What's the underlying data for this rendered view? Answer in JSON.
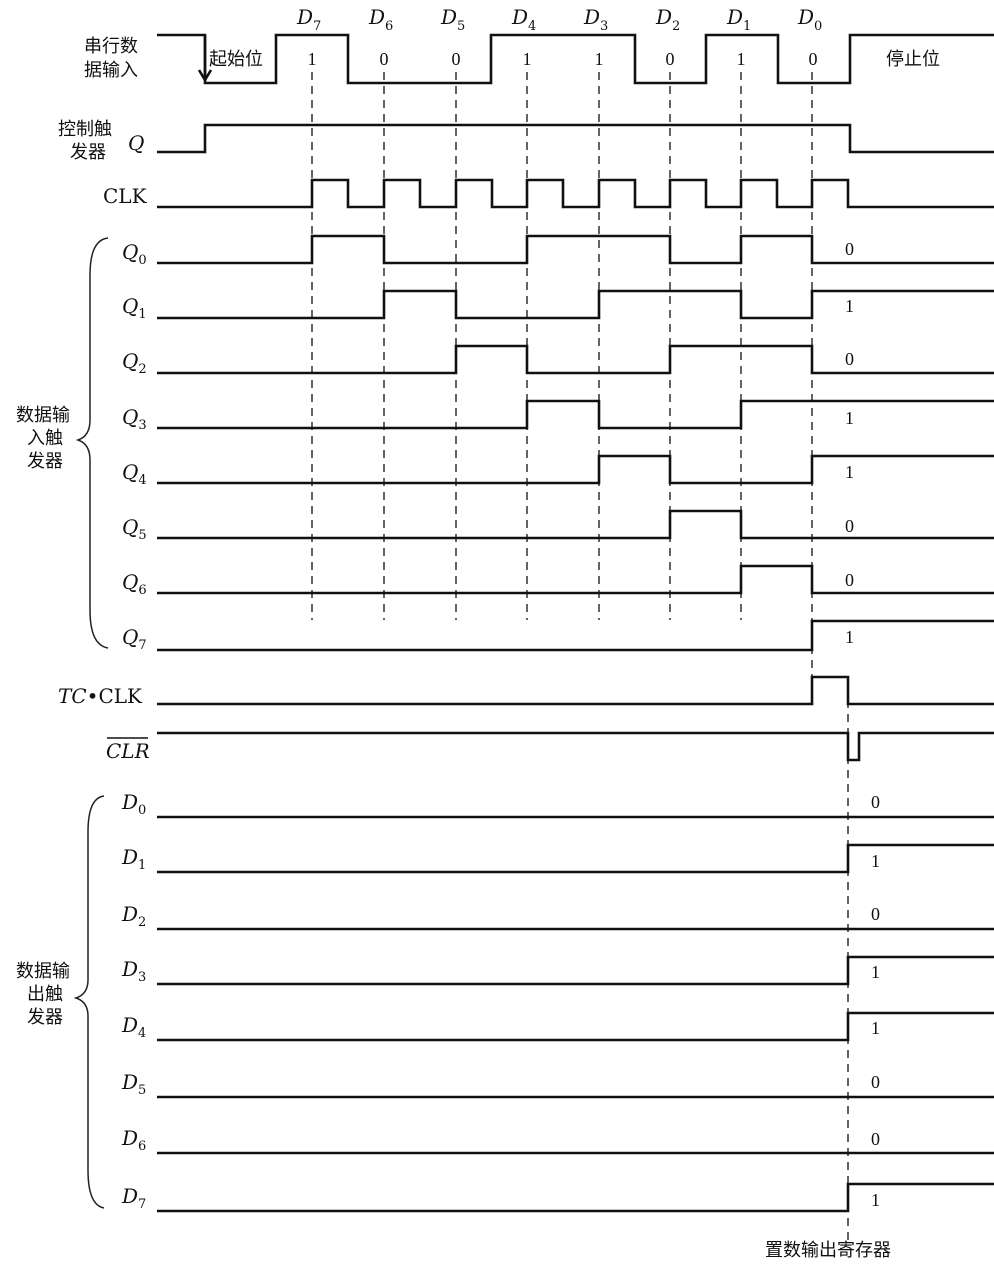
{
  "header_bits": [
    {
      "name": "D",
      "sub": "7",
      "value": "1"
    },
    {
      "name": "D",
      "sub": "6",
      "value": "0"
    },
    {
      "name": "D",
      "sub": "5",
      "value": "0"
    },
    {
      "name": "D",
      "sub": "4",
      "value": "1"
    },
    {
      "name": "D",
      "sub": "3",
      "value": "1"
    },
    {
      "name": "D",
      "sub": "2",
      "value": "0"
    },
    {
      "name": "D",
      "sub": "1",
      "value": "1"
    },
    {
      "name": "D",
      "sub": "0",
      "value": "0"
    }
  ],
  "serial_input": {
    "label_line1": "串行数",
    "label_line2": "据输入",
    "start_bit": "起始位",
    "stop_bit": "停止位"
  },
  "control_ff": {
    "label_line1": "控制触",
    "label_line2": "发器",
    "signal": "Q"
  },
  "clock": {
    "label": "CLK"
  },
  "input_group": {
    "label_line1": "数据输",
    "label_line2": "入触",
    "label_line3": "发器"
  },
  "input_ffs": [
    {
      "name": "Q",
      "sub": "0",
      "final": "0"
    },
    {
      "name": "Q",
      "sub": "1",
      "final": "1"
    },
    {
      "name": "Q",
      "sub": "2",
      "final": "0"
    },
    {
      "name": "Q",
      "sub": "3",
      "final": "1"
    },
    {
      "name": "Q",
      "sub": "4",
      "final": "1"
    },
    {
      "name": "Q",
      "sub": "5",
      "final": "0"
    },
    {
      "name": "Q",
      "sub": "6",
      "final": "0"
    },
    {
      "name": "Q",
      "sub": "7",
      "final": "1"
    }
  ],
  "tc_clk": {
    "italic_part": "TC",
    "dot": "•",
    "rest": "CLK"
  },
  "clr": {
    "label": "CLR"
  },
  "output_group": {
    "label_line1": "数据输",
    "label_line2": "出触",
    "label_line3": "发器"
  },
  "output_ffs": [
    {
      "name": "D",
      "sub": "0",
      "final": "0"
    },
    {
      "name": "D",
      "sub": "1",
      "final": "1"
    },
    {
      "name": "D",
      "sub": "2",
      "final": "0"
    },
    {
      "name": "D",
      "sub": "3",
      "final": "1"
    },
    {
      "name": "D",
      "sub": "4",
      "final": "1"
    },
    {
      "name": "D",
      "sub": "5",
      "final": "0"
    },
    {
      "name": "D",
      "sub": "6",
      "final": "0"
    },
    {
      "name": "D",
      "sub": "7",
      "final": "1"
    }
  ],
  "footer": {
    "label": "置数输出寄存器"
  }
}
